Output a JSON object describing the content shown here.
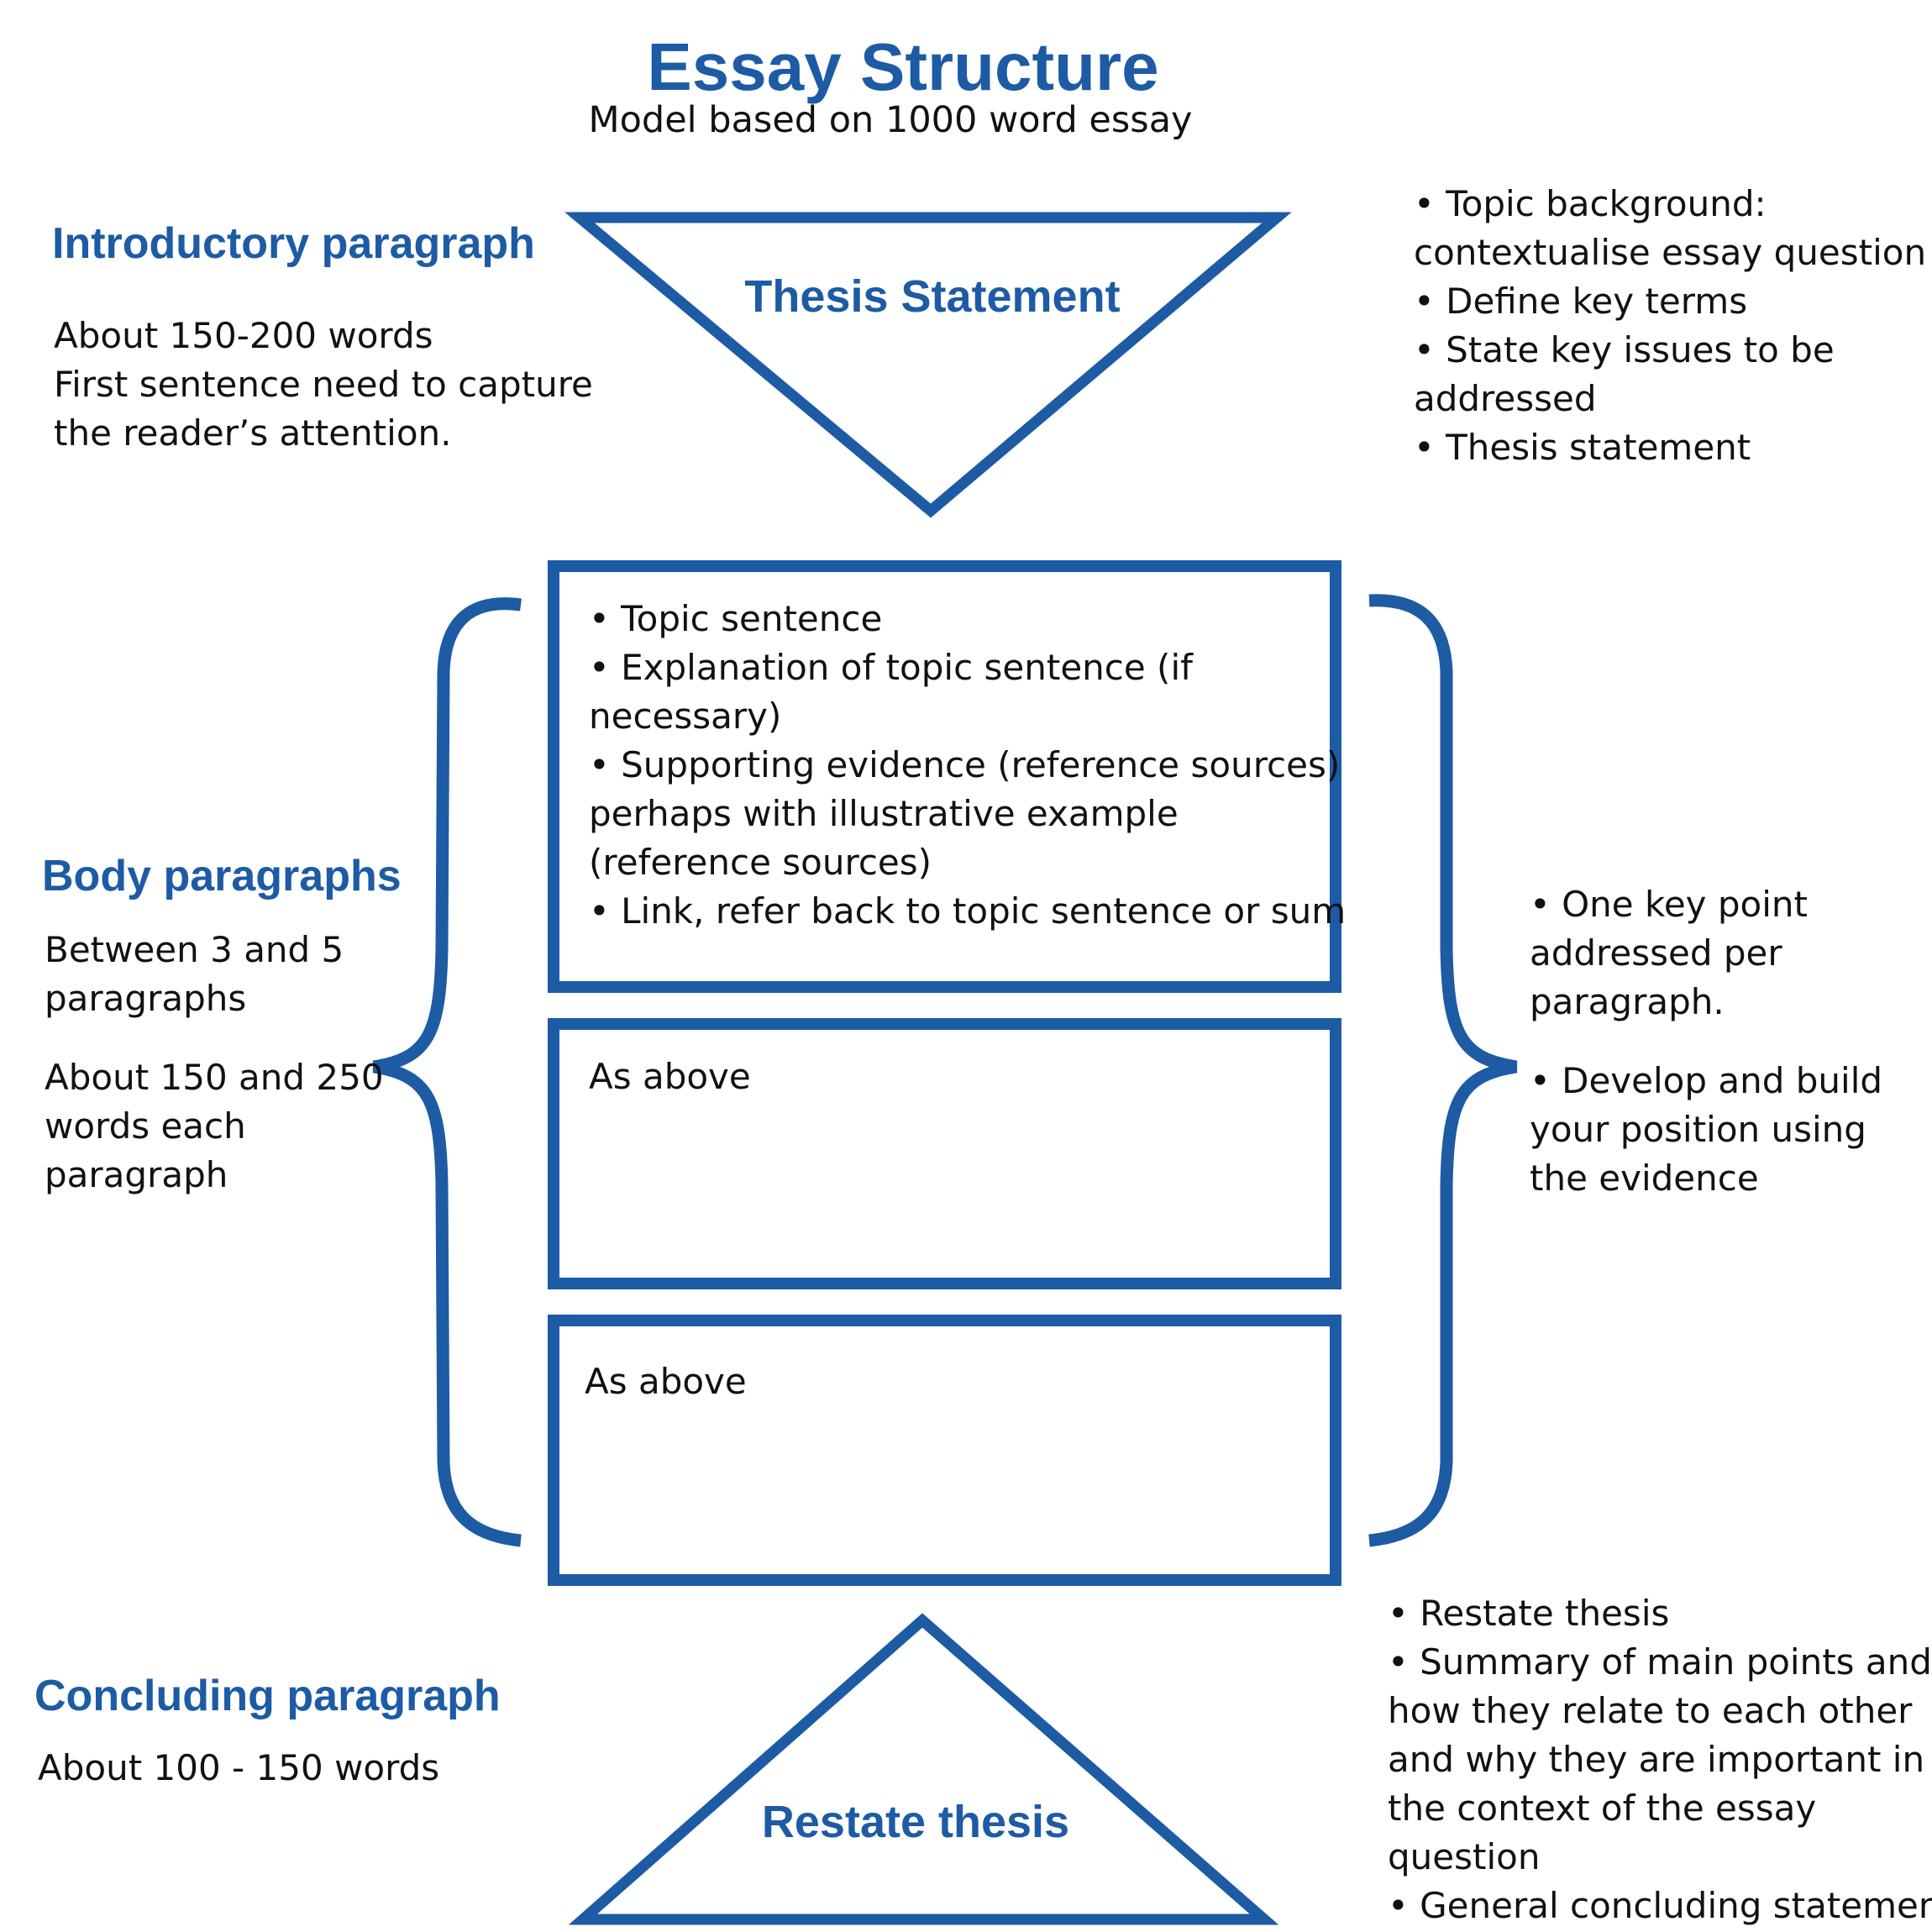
{
  "title": "Essay Structure",
  "subtitle": "Model based on 1000 word essay",
  "colors": {
    "accent": "#1d5ba4",
    "text": "#111111",
    "background": "#ffffff"
  },
  "introduction": {
    "heading": "Introductory paragraph",
    "notes": [
      "About 150-200 words",
      "First sentence need to capture",
      "the reader’s attention."
    ],
    "shape_label": "Thesis Statement",
    "points": [
      "• Topic background:",
      "contextualise essay question",
      "• Define key terms",
      "• State key issues to be",
      "addressed",
      "• Thesis statement"
    ]
  },
  "body": {
    "heading": "Body paragraphs",
    "notes_a": [
      "Between 3 and 5",
      "paragraphs"
    ],
    "notes_b": [
      "About 150 and 250",
      "words each",
      "paragraph"
    ],
    "box1_lines": [
      "• Topic sentence",
      "• Explanation of topic sentence (if",
      "necessary)",
      "• Supporting evidence (reference sources)",
      "perhaps with illustrative example",
      "(reference sources)",
      "• Link, refer back to topic sentence or sum"
    ],
    "box2_text": "As above",
    "box3_text": "As above",
    "points_a": [
      "• One key point",
      "addressed per",
      "paragraph."
    ],
    "points_b": [
      "• Develop and build",
      "your position using",
      "the evidence"
    ]
  },
  "conclusion": {
    "heading": "Concluding paragraph",
    "notes": [
      "About 100 - 150 words"
    ],
    "shape_label": "Restate thesis",
    "points": [
      "• Restate thesis",
      "• Summary of main points and",
      "how they relate to each other",
      "and why they are important in",
      "the context of the essay",
      "question",
      "• General concluding statement"
    ]
  }
}
